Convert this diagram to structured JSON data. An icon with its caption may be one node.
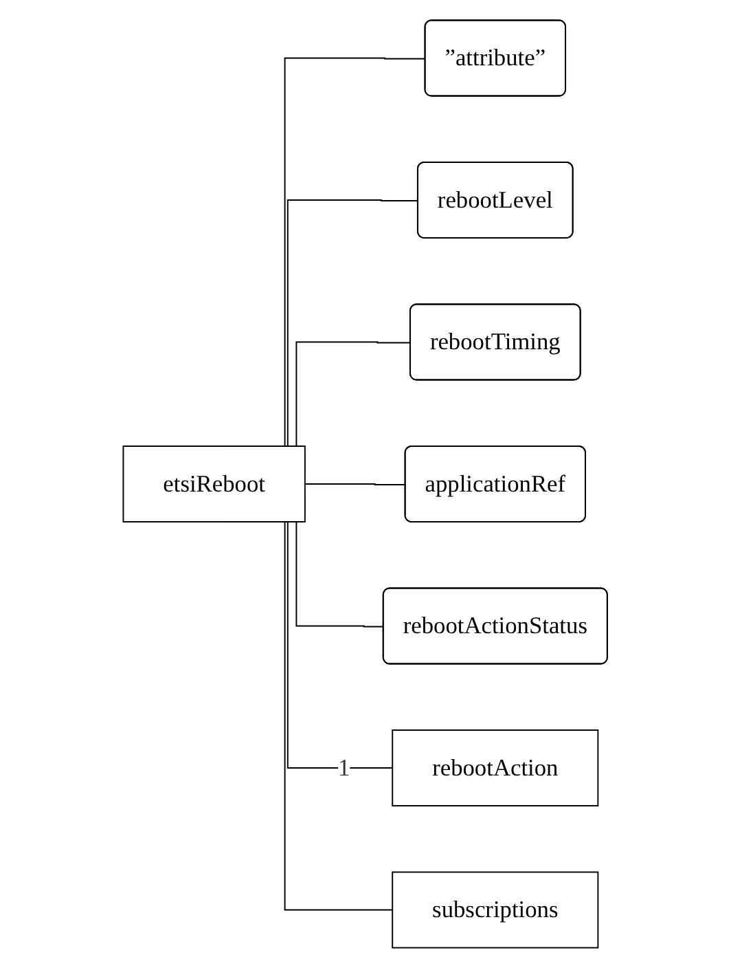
{
  "diagram": {
    "nodes": [
      {
        "text": [
          "etsiReboot"
        ]
      },
      {
        "text": [
          "”attribute”"
        ]
      },
      {
        "text": [
          "rebootLevel"
        ]
      },
      {
        "text": [
          "rebootTiming"
        ]
      },
      {
        "text": [
          "applicationRef"
        ]
      },
      {
        "text": [
          "rebootActionStatus"
        ]
      },
      {
        "text": [
          "rebootAction"
        ]
      },
      {
        "text": [
          "subscriptions"
        ]
      }
    ],
    "edges": [
      {
        "from": 0,
        "to": 1,
        "arrow": "none"
      },
      {
        "from": 0,
        "to": 2,
        "arrow": "none"
      },
      {
        "from": 0,
        "to": 3,
        "arrow": "none"
      },
      {
        "from": 0,
        "to": 4,
        "arrow": "none"
      },
      {
        "from": 0,
        "to": 5,
        "arrow": "none"
      },
      {
        "from": 0,
        "to": 6,
        "arrow": "none",
        "label": "1"
      },
      {
        "from": 0,
        "to": 7,
        "arrow": "none"
      }
    ]
  }
}
